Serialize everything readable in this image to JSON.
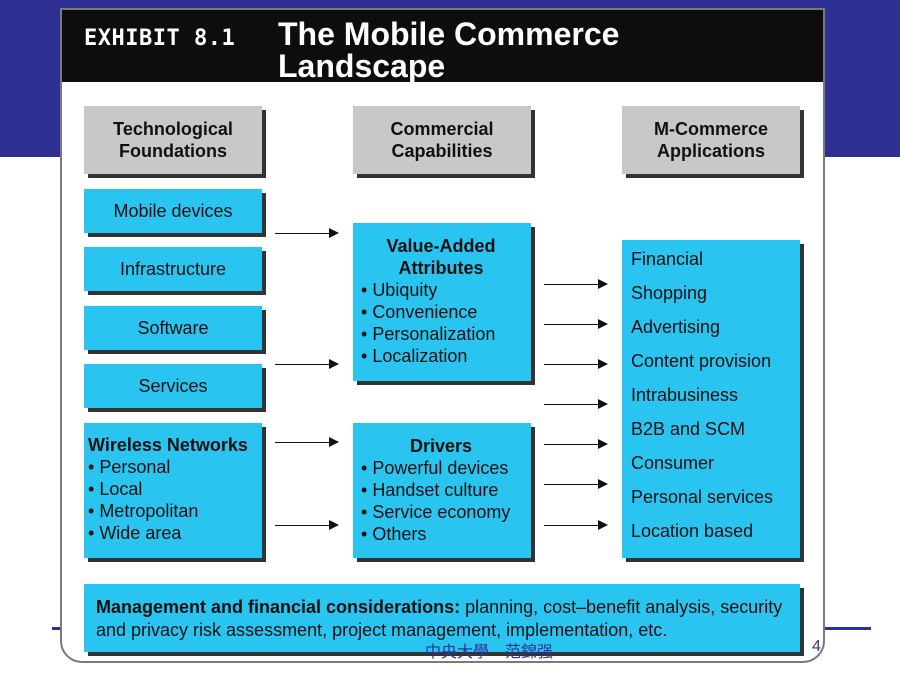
{
  "exhibit": {
    "label": "EXHIBIT 8.1",
    "title": "The Mobile Commerce Landscape"
  },
  "columns": {
    "tech": "Technological Foundations",
    "commercial": "Commercial Capabilities",
    "apps": "M-Commerce Applications"
  },
  "tech_items": [
    "Mobile devices",
    "Infrastructure",
    "Software",
    "Services"
  ],
  "wireless": {
    "title": "Wireless Networks",
    "items": [
      "Personal",
      "Local",
      "Metropolitan",
      "Wide area"
    ]
  },
  "value_added": {
    "title": "Value-Added Attributes",
    "items": [
      "Ubiquity",
      "Convenience",
      "Personalization",
      "Localization"
    ]
  },
  "drivers": {
    "title": "Drivers",
    "items": [
      "Powerful devices",
      "Handset culture",
      "Service economy",
      "Others"
    ]
  },
  "applications": [
    "Financial",
    "Shopping",
    "Advertising",
    "Content provision",
    "Intrabusiness",
    "B2B and SCM",
    "Consumer",
    "Personal services",
    "Location based"
  ],
  "management": {
    "bold": "Management and financial considerations:",
    "text": " planning, cost–benefit analysis, security and privacy risk assessment, project management, implementation, etc."
  },
  "footer": {
    "author": "中央大學　范錦强",
    "page": "4"
  },
  "colors": {
    "band": "#2e3192",
    "cyan": "#29c4f0",
    "gray": "#c7c8ca"
  }
}
